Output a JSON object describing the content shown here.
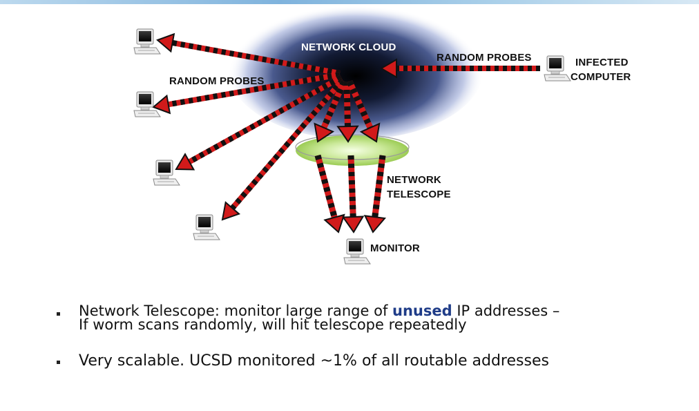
{
  "diagram": {
    "labels": {
      "network_cloud": "NETWORK CLOUD",
      "random_probes_top": "RANDOM PROBES",
      "random_probes_left": "RANDOM PROBES",
      "infected_line1": "INFECTED",
      "infected_line2": "COMPUTER",
      "telescope_line1": "NETWORK",
      "telescope_line2": "TELESCOPE",
      "monitor": "MONITOR"
    },
    "colors": {
      "arrow_red": "#d11a1a",
      "arrow_black": "#111111",
      "cloud_core": "#0d1428",
      "cloud_glow": "#9aa9d8",
      "telescope_green": "#b8e07a"
    }
  },
  "bullets": {
    "items": [
      {
        "before": "Network Telescope: monitor large range of ",
        "highlight": "unused",
        "after": " IP addresses –",
        "line2": "If worm scans randomly, will hit telescope repeatedly"
      },
      {
        "text": "Very scalable.  UCSD monitored ~1% of all routable addresses"
      }
    ]
  }
}
